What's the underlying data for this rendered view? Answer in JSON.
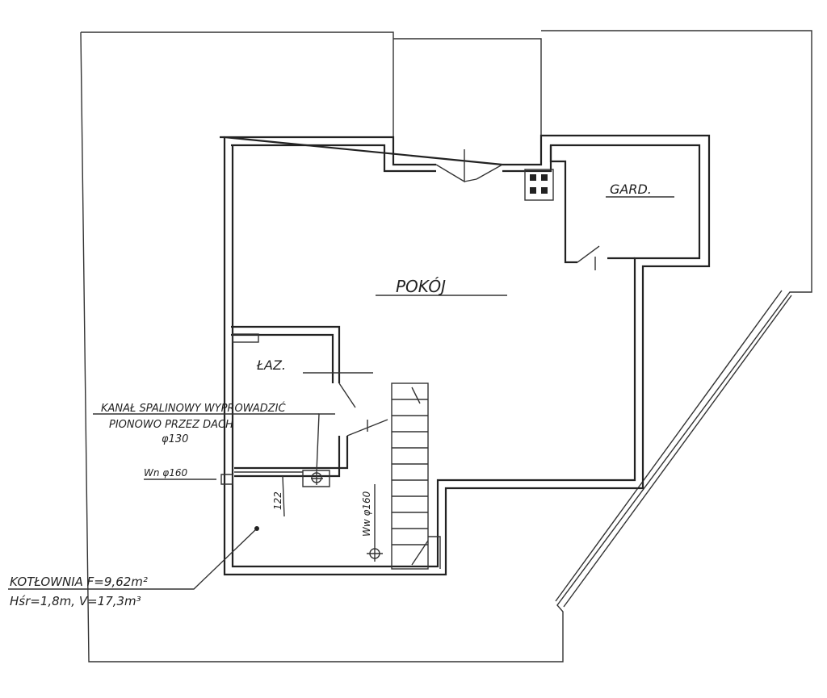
{
  "rooms": {
    "main": "POKÓJ",
    "bathroom": "ŁAZ.",
    "wardrobe": "GARD."
  },
  "annotations": {
    "flue_line1": "KANAŁ SPALINOWY WYPROWADZIĆ",
    "flue_line2": "PIONOWO PRZEZ DACH",
    "flue_diameter": "φ130",
    "inlet_vent": "Wn φ160",
    "outlet_vent": "Ww φ160",
    "dimension": "122",
    "boiler_room_line1": "KOTŁOWNIA F=9,62m²",
    "boiler_room_line2": "Hśr=1,8m, V=17,3m³"
  }
}
